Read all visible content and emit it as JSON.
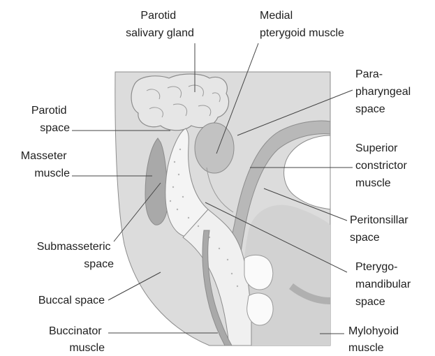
{
  "labels": {
    "parotid_gland": [
      "Parotid",
      "salivary gland"
    ],
    "medial_pterygoid": [
      "Medial",
      "pterygoid muscle"
    ],
    "parapharyngeal": [
      "Para-",
      "pharyngeal",
      "space"
    ],
    "parotid_space": [
      "Parotid",
      "space"
    ],
    "masseter": [
      "Masseter",
      "muscle"
    ],
    "superior_constrictor": [
      "Superior",
      "constrictor",
      "muscle"
    ],
    "peritonsillar": [
      "Peritonsillar",
      "space"
    ],
    "submasseteric": [
      "Submasseteric",
      "space"
    ],
    "pterygomandibular": [
      "Pterygo-",
      "mandibular",
      "space"
    ],
    "buccal_space": [
      "Buccal space"
    ],
    "buccinator": [
      "Buccinator",
      "muscle"
    ],
    "mylohyoid": [
      "Mylohyoid",
      "muscle"
    ]
  },
  "colors": {
    "background": "#ffffff",
    "tissue_light": "#dedede",
    "tissue_mid": "#c8c8c8",
    "muscle_dark": "#a9a9a9",
    "bone": "#f4f4f4",
    "text": "#1e1e1e",
    "leader_line": "#444444"
  }
}
